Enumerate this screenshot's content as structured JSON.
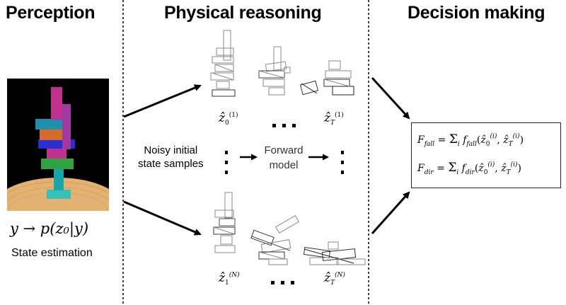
{
  "sections": {
    "perception": "Perception",
    "physical_reasoning": "Physical reasoning",
    "decision_making": "Decision making"
  },
  "perception": {
    "equation": "y → p(z₀|y)",
    "caption": "State estimation"
  },
  "reasoning": {
    "noisy_line1": "Noisy initial",
    "noisy_line2": "state samples",
    "forward_line1": "Forward",
    "forward_line2": "model",
    "label_top_left": "ẑ₀⁽¹⁾",
    "label_top_right": "ẑ_T⁽¹⁾",
    "label_bottom_left": "ẑ₁⁽ᴺ⁾",
    "label_bottom_right": "ẑ_T⁽ᴺ⁾",
    "ellipsis": "⋯"
  },
  "decision": {
    "formula_fall": "F_fall = Σ_i f_fall(ẑ₀⁽ⁱ⁾, ẑ_T⁽ⁱ⁾)",
    "formula_dir": "F_dir = Σ_i f_dir(ẑ₀⁽ⁱ⁾, ẑ_T⁽ⁱ⁾)"
  },
  "colors": {
    "tower_bg": "#000000",
    "table_top": "#e3b170",
    "block_magenta": "#c0308f",
    "block_orange": "#d46b2a",
    "block_blue": "#2b2fd0",
    "block_green": "#2fa340",
    "block_teal": "#1aa6a8",
    "block_cyan": "#36c0b7",
    "wireframe": "#8a8a8a"
  }
}
